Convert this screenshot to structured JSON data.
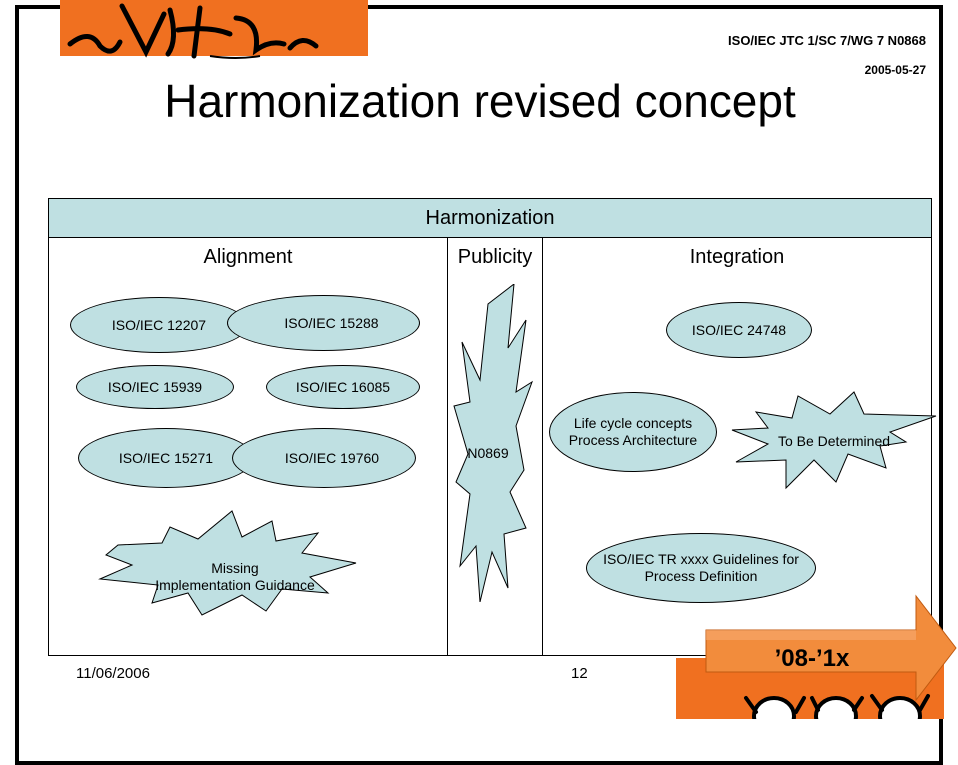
{
  "header": {
    "doc_id": "ISO/IEC JTC 1/SC 7/WG 7 N0868",
    "doc_date": "2005-05-27"
  },
  "slide": {
    "title": "Harmonization revised concept",
    "band_label": "Harmonization",
    "columns": {
      "alignment": "Alignment",
      "publicity": "Publicity",
      "integration": "Integration"
    }
  },
  "alignment": {
    "std_12207": "ISO/IEC 12207",
    "std_15288": "ISO/IEC 15288",
    "std_15939": "ISO/IEC 15939",
    "std_16085": "ISO/IEC 16085",
    "std_15271": "ISO/IEC 15271",
    "std_19760": "ISO/IEC 19760",
    "missing_line1": "Missing",
    "missing_line2": "Implementation Guidance"
  },
  "publicity": {
    "n0869": "N0869"
  },
  "integration": {
    "std_24748": "ISO/IEC 24748",
    "lifecycle_line1": "Life cycle concepts",
    "lifecycle_line2": "Process Architecture",
    "tbd": "To Be Determined",
    "tr_line1": "ISO/IEC TR xxxx Guidelines for",
    "tr_line2": "Process Definition"
  },
  "footer": {
    "date": "11/06/2006",
    "page": "12",
    "arrow_label": "’08-’1x"
  },
  "colors": {
    "shape_fill": "#bfe0e2",
    "logo_orange": "#f07020",
    "arrow_orange": "#f28c3c"
  },
  "icons": {
    "top_logo": "dancing-figures-logo",
    "bottom_logo": "cartoon-faces-logo"
  }
}
